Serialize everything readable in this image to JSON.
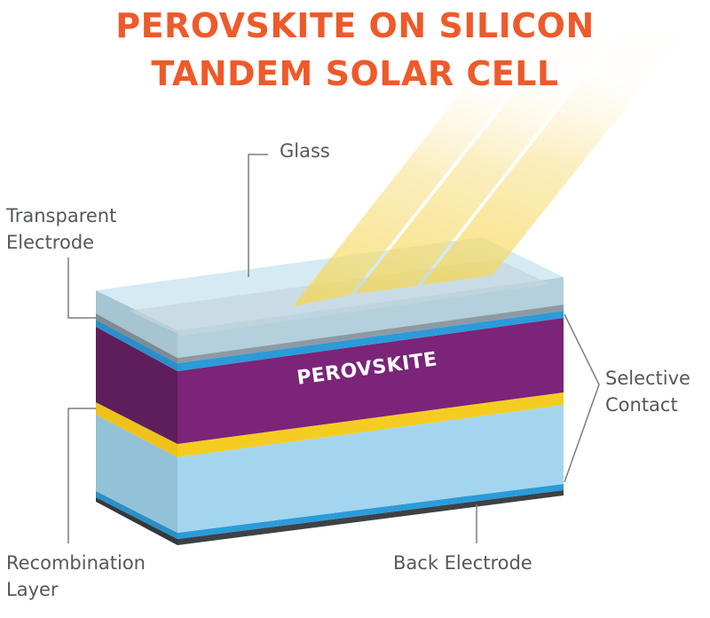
{
  "title": {
    "line1": "PEROVSKITE ON SILICON",
    "line2": "TANDEM SOLAR CELL",
    "color": "#ee5a2a"
  },
  "labels": {
    "glass": "Glass",
    "transparent_electrode": [
      "Transparent",
      "Electrode"
    ],
    "selective_contact": [
      "Selective",
      "Contact"
    ],
    "recombination_layer": [
      "Recombination",
      "Layer"
    ],
    "back_electrode": "Back Electrode",
    "perovskite": "PEROVSKITE"
  },
  "layers_top_to_bottom": [
    {
      "name": "Glass",
      "color": "#c6e0ec"
    },
    {
      "name": "Transparent Electrode",
      "color": "#8e9aa3"
    },
    {
      "name": "Selective Contact (top)",
      "color": "#2b9bd9"
    },
    {
      "name": "Perovskite",
      "color": "#7b2479"
    },
    {
      "name": "Recombination Layer",
      "color": "#f5cd22"
    },
    {
      "name": "Silicon",
      "color": "#a3d6ee"
    },
    {
      "name": "Selective Contact (bottom)",
      "color": "#2b9bd9"
    },
    {
      "name": "Back Electrode",
      "color": "#3d4246"
    }
  ],
  "light": {
    "beams": 3,
    "color": "#f7dc6f"
  }
}
